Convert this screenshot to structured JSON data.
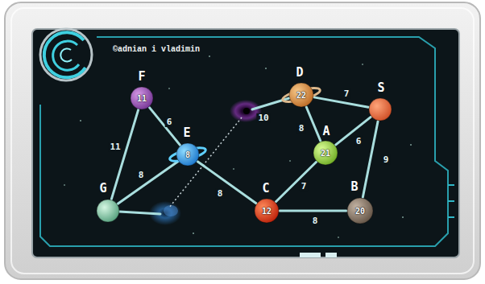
{
  "diagram": {
    "nodes": [
      {
        "text": [
          "F",
          "11"
        ]
      },
      {
        "text": [
          "D",
          "22"
        ]
      },
      {
        "text": [
          "S"
        ]
      },
      {
        "text": [
          "E",
          "8"
        ]
      },
      {
        "text": [
          "A",
          "21"
        ]
      },
      {
        "text": [
          "G"
        ]
      },
      {
        "text": [
          "C",
          "12"
        ]
      },
      {
        "text": [
          "B",
          "20"
        ]
      }
    ],
    "edges": [
      {
        "from": 0,
        "to": 3,
        "label": "6",
        "arrow": "none"
      },
      {
        "from": 0,
        "to": 5,
        "label": "11",
        "arrow": "none"
      },
      {
        "from": 3,
        "to": 5,
        "label": "8",
        "arrow": "none"
      },
      {
        "from": 3,
        "to": 6,
        "label": "8",
        "arrow": "none"
      },
      {
        "from": 1,
        "to": 2,
        "label": "7",
        "arrow": "none"
      },
      {
        "from": 1,
        "to": 4,
        "label": "8",
        "arrow": "none"
      },
      {
        "from": 4,
        "to": 2,
        "label": "6",
        "arrow": "none"
      },
      {
        "from": 4,
        "to": 6,
        "label": "7",
        "arrow": "none"
      },
      {
        "from": 2,
        "to": 7,
        "label": "9",
        "arrow": "none"
      },
      {
        "from": 6,
        "to": 7,
        "label": "8",
        "arrow": "none"
      }
    ],
    "labels": [
      "©adnian i vladimin",
      "10"
    ]
  }
}
